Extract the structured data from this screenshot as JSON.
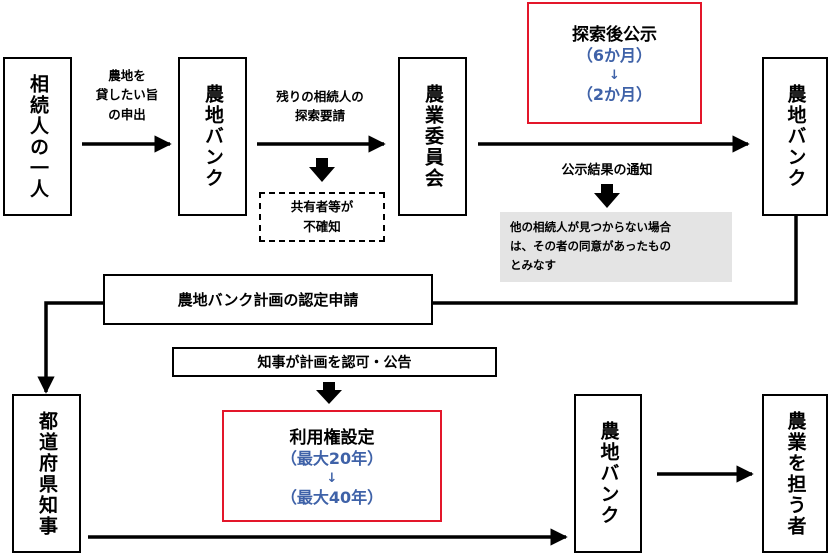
{
  "nodes": {
    "individual": "相続人の一人",
    "bank1": "農地バンク",
    "committee": "農業委員会",
    "bank2": "農地バンク",
    "governor": "都道府県知事",
    "bank3": "農地バンク",
    "farmer": "農業を担う者"
  },
  "labels": {
    "lend_intent": [
      "農地を",
      "貸したい旨",
      "の申出"
    ],
    "search_request": [
      "残りの相続人の",
      "探索要請"
    ],
    "co_owners": [
      "共有者等が",
      "不確知"
    ],
    "notice": "公示結果の通知",
    "consent_note": [
      "他の相続人が見つからない場合",
      "は、その者の同意があったもの",
      "とみなす"
    ]
  },
  "public_notice": {
    "title": "探索後公示",
    "before": "（6か月）",
    "arrow": "↓",
    "after": "（2か月）"
  },
  "plan_application": "農地バンク計画の認定申請",
  "approval": "知事が計画を認可・公告",
  "right_setting": {
    "title": "利用権設定",
    "before": "（最大20年）",
    "arrow": "↓",
    "after": "（最大40年）"
  },
  "colors": {
    "highlight_border": "#e3162a",
    "blue_text": "#3f62a8",
    "note_background": "#e4e4e4"
  }
}
